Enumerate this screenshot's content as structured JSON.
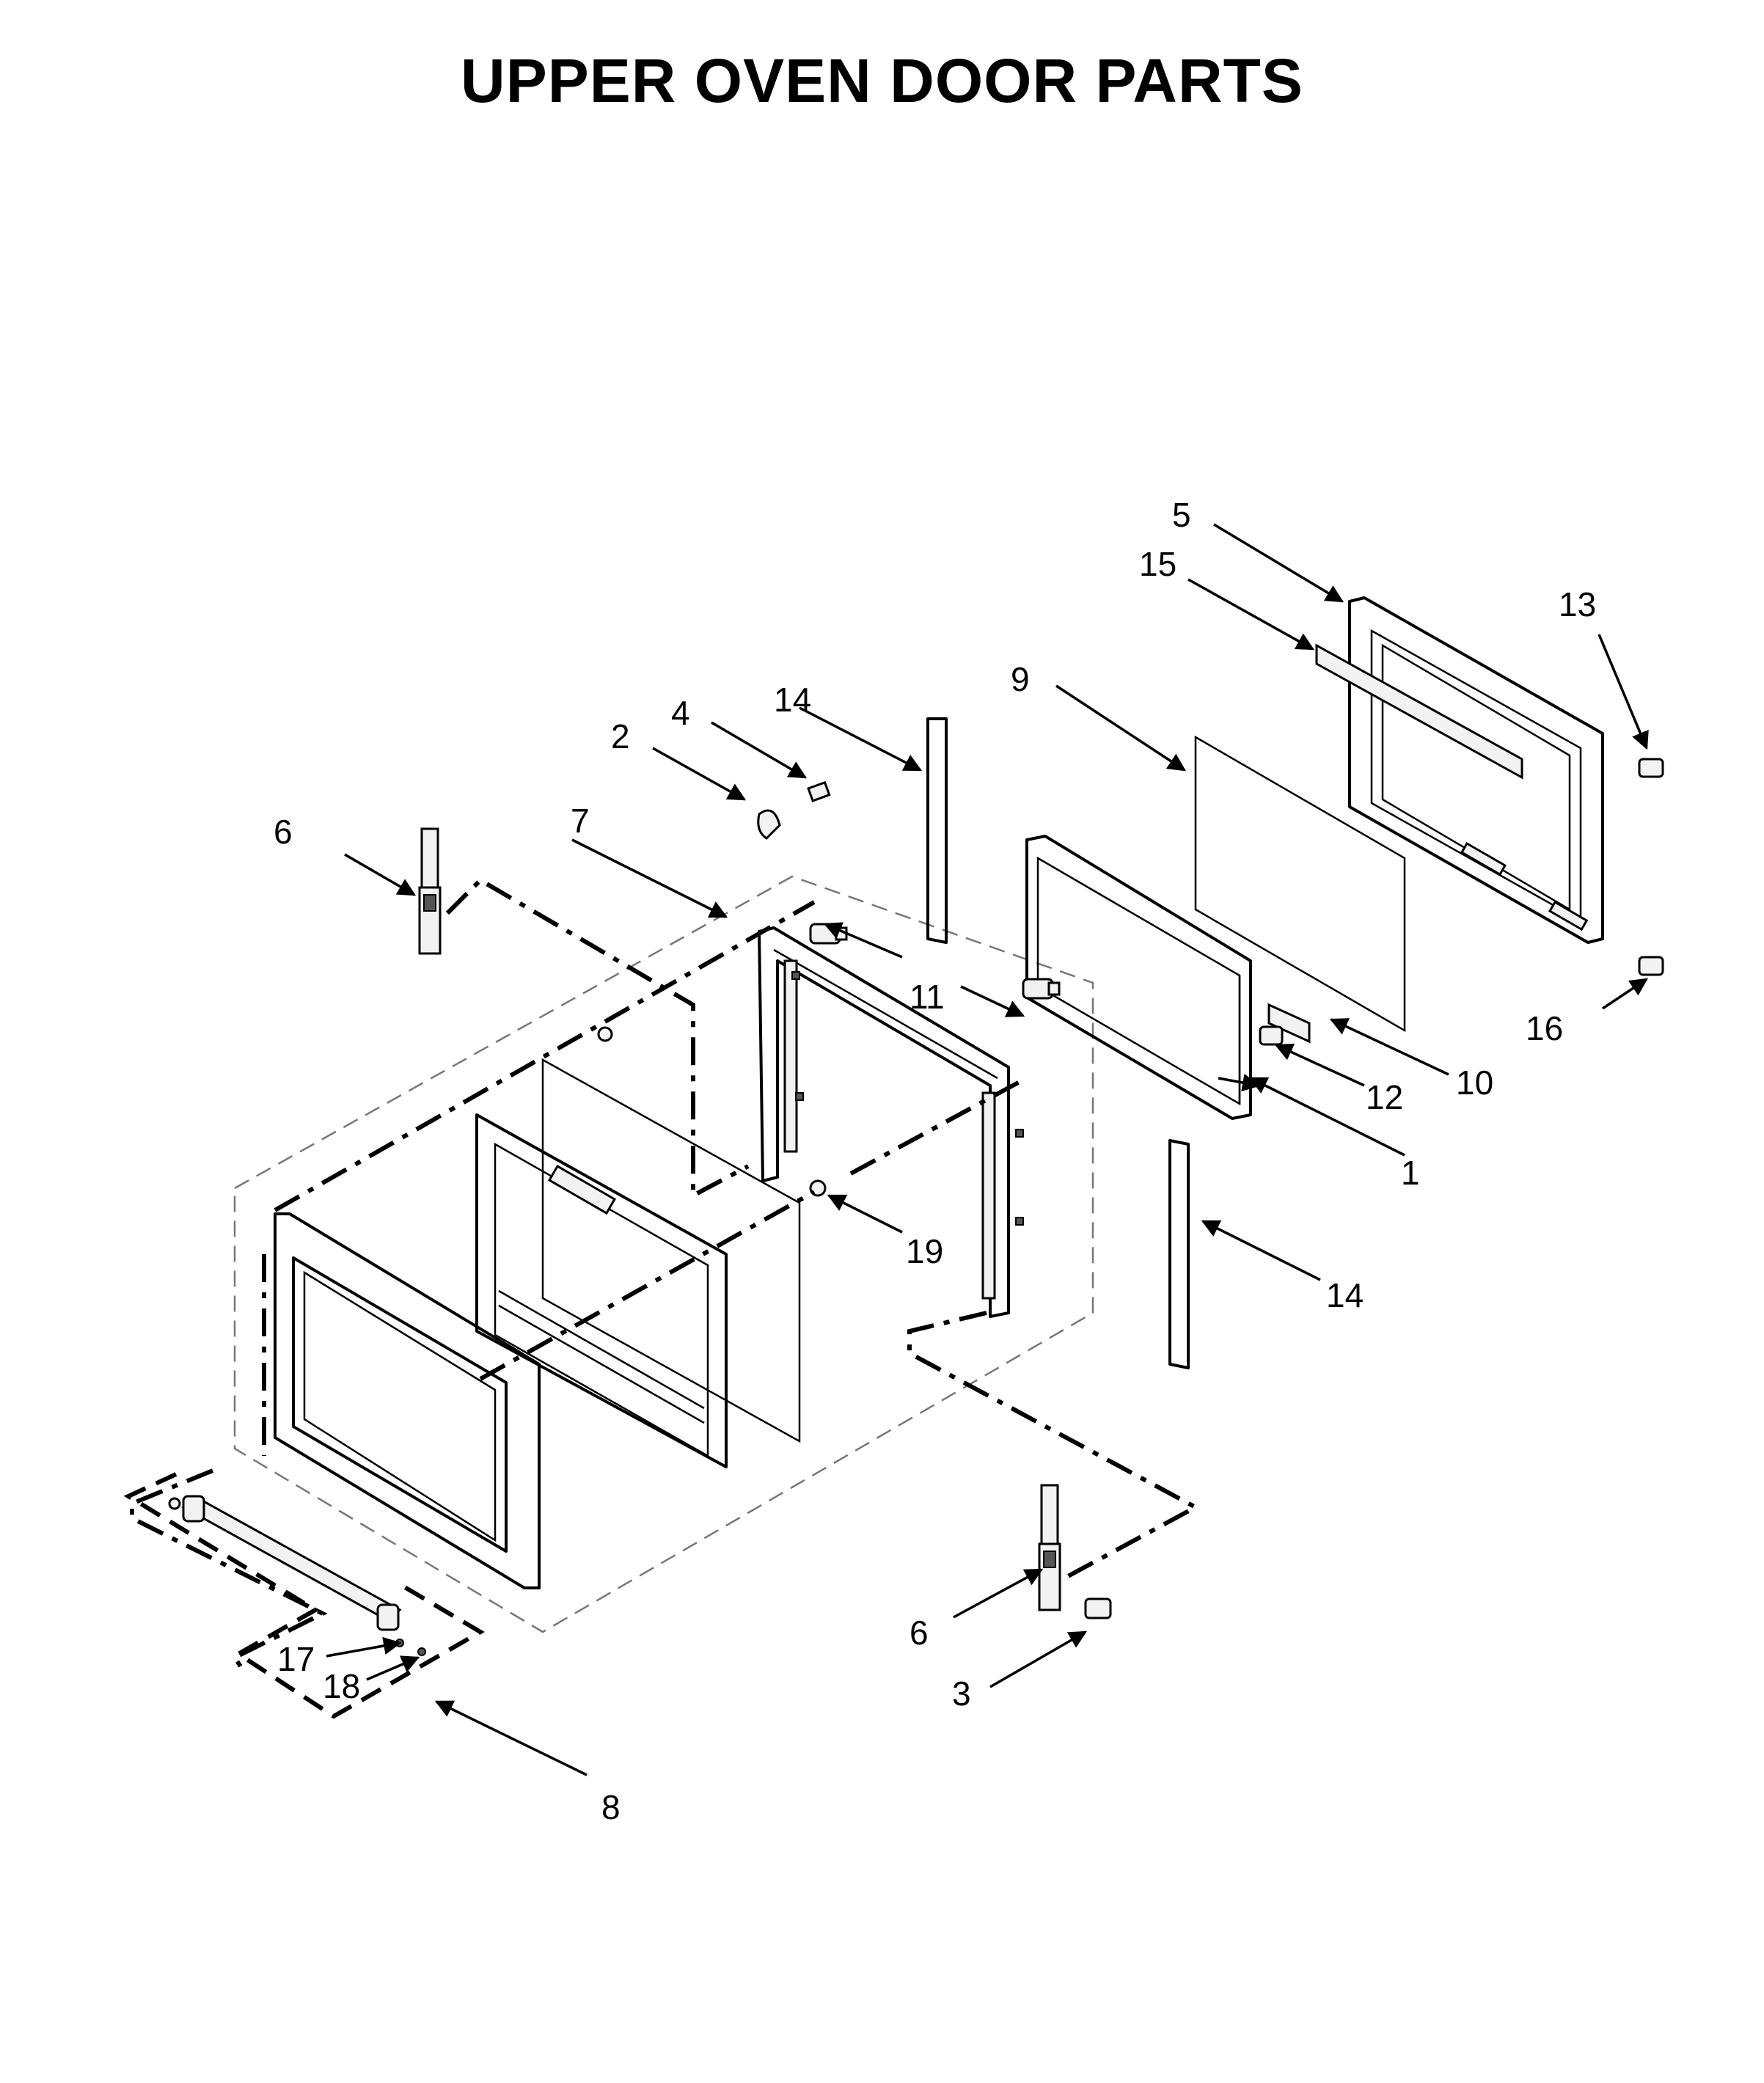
{
  "title": "UPPER OVEN DOOR PARTS",
  "colors": {
    "line": "#000000",
    "background": "#ffffff",
    "phantom": "#777777"
  },
  "callouts": [
    {
      "id": "c1",
      "text": "1"
    },
    {
      "id": "c2",
      "text": "2"
    },
    {
      "id": "c3",
      "text": "3"
    },
    {
      "id": "c4",
      "text": "4"
    },
    {
      "id": "c5",
      "text": "5"
    },
    {
      "id": "c6a",
      "text": "6"
    },
    {
      "id": "c6b",
      "text": "6"
    },
    {
      "id": "c7",
      "text": "7"
    },
    {
      "id": "c8",
      "text": "8"
    },
    {
      "id": "c9",
      "text": "9"
    },
    {
      "id": "c10",
      "text": "10"
    },
    {
      "id": "c11",
      "text": "11"
    },
    {
      "id": "c12",
      "text": "12"
    },
    {
      "id": "c13",
      "text": "13"
    },
    {
      "id": "c14a",
      "text": "14"
    },
    {
      "id": "c14b",
      "text": "14"
    },
    {
      "id": "c15",
      "text": "15"
    },
    {
      "id": "c16",
      "text": "16"
    },
    {
      "id": "c17",
      "text": "17"
    },
    {
      "id": "c18",
      "text": "18"
    },
    {
      "id": "c19",
      "text": "19"
    }
  ]
}
